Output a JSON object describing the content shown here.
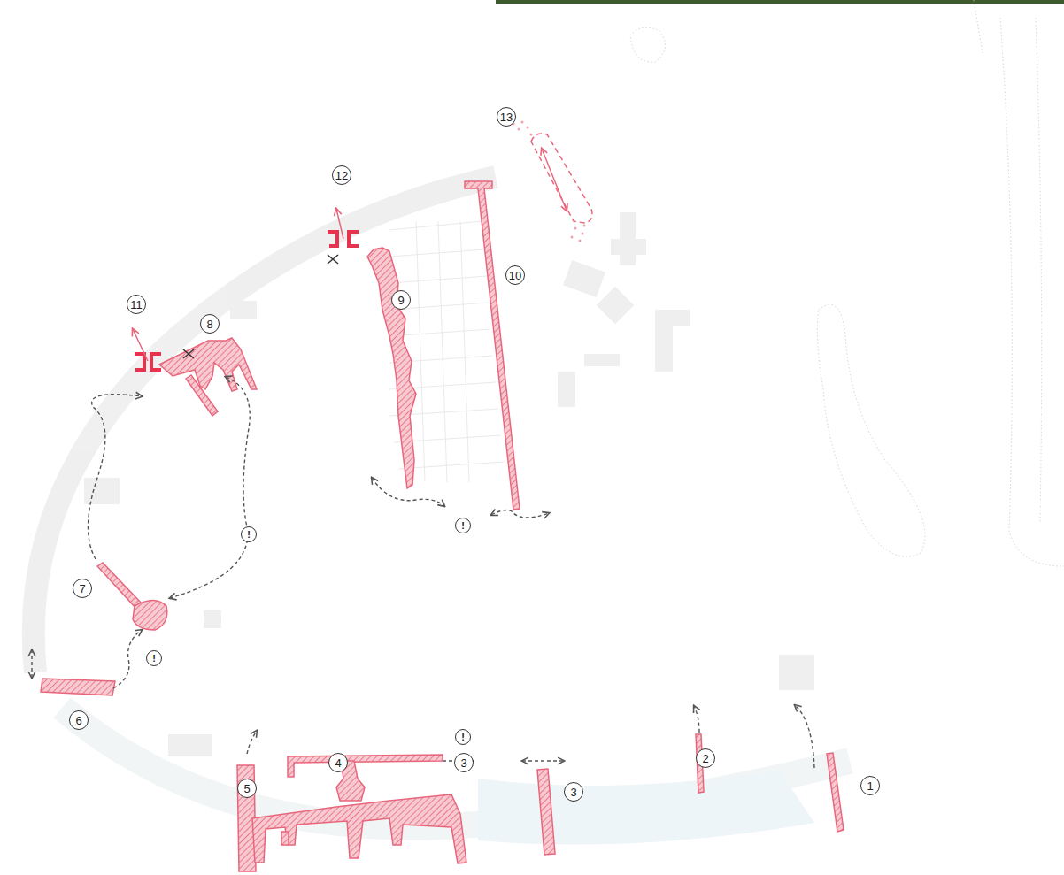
{
  "diagram": {
    "labels": [
      "13",
      "12",
      "10",
      "11",
      "8",
      "9",
      "!",
      "!",
      "7",
      "!",
      "6",
      "!",
      "4",
      "3",
      "2",
      "1",
      "5",
      "3"
    ]
  }
}
